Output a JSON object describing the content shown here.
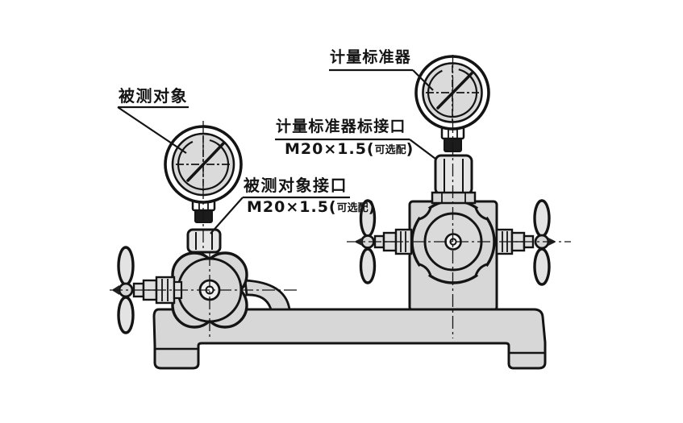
{
  "labels": {
    "standard_gauge": "计量标准器",
    "test_object": "被测对象",
    "standard_port_title": "计量标准器标接口",
    "standard_port_spec_prefix": "M20×1.5(",
    "standard_port_spec_option": "可选配",
    "standard_port_spec_suffix": ")",
    "test_port_title": "被测对象接口",
    "test_port_spec_prefix": "M20×1.5(",
    "test_port_spec_option": "可选配",
    "test_port_spec_suffix": ")"
  },
  "colors": {
    "background": "#ffffff",
    "line": "#141414",
    "metal_fill": "#d7d7d7",
    "gauge_face": "#dadada",
    "handle_fill": "#e3e3e3"
  },
  "diagram": {
    "type": "technical-line-drawing",
    "subject": "pressure gauge comparison calibration pump with two dial gauges",
    "units": [
      "test-object-pump-left",
      "standard-gauge-stand-right"
    ]
  }
}
